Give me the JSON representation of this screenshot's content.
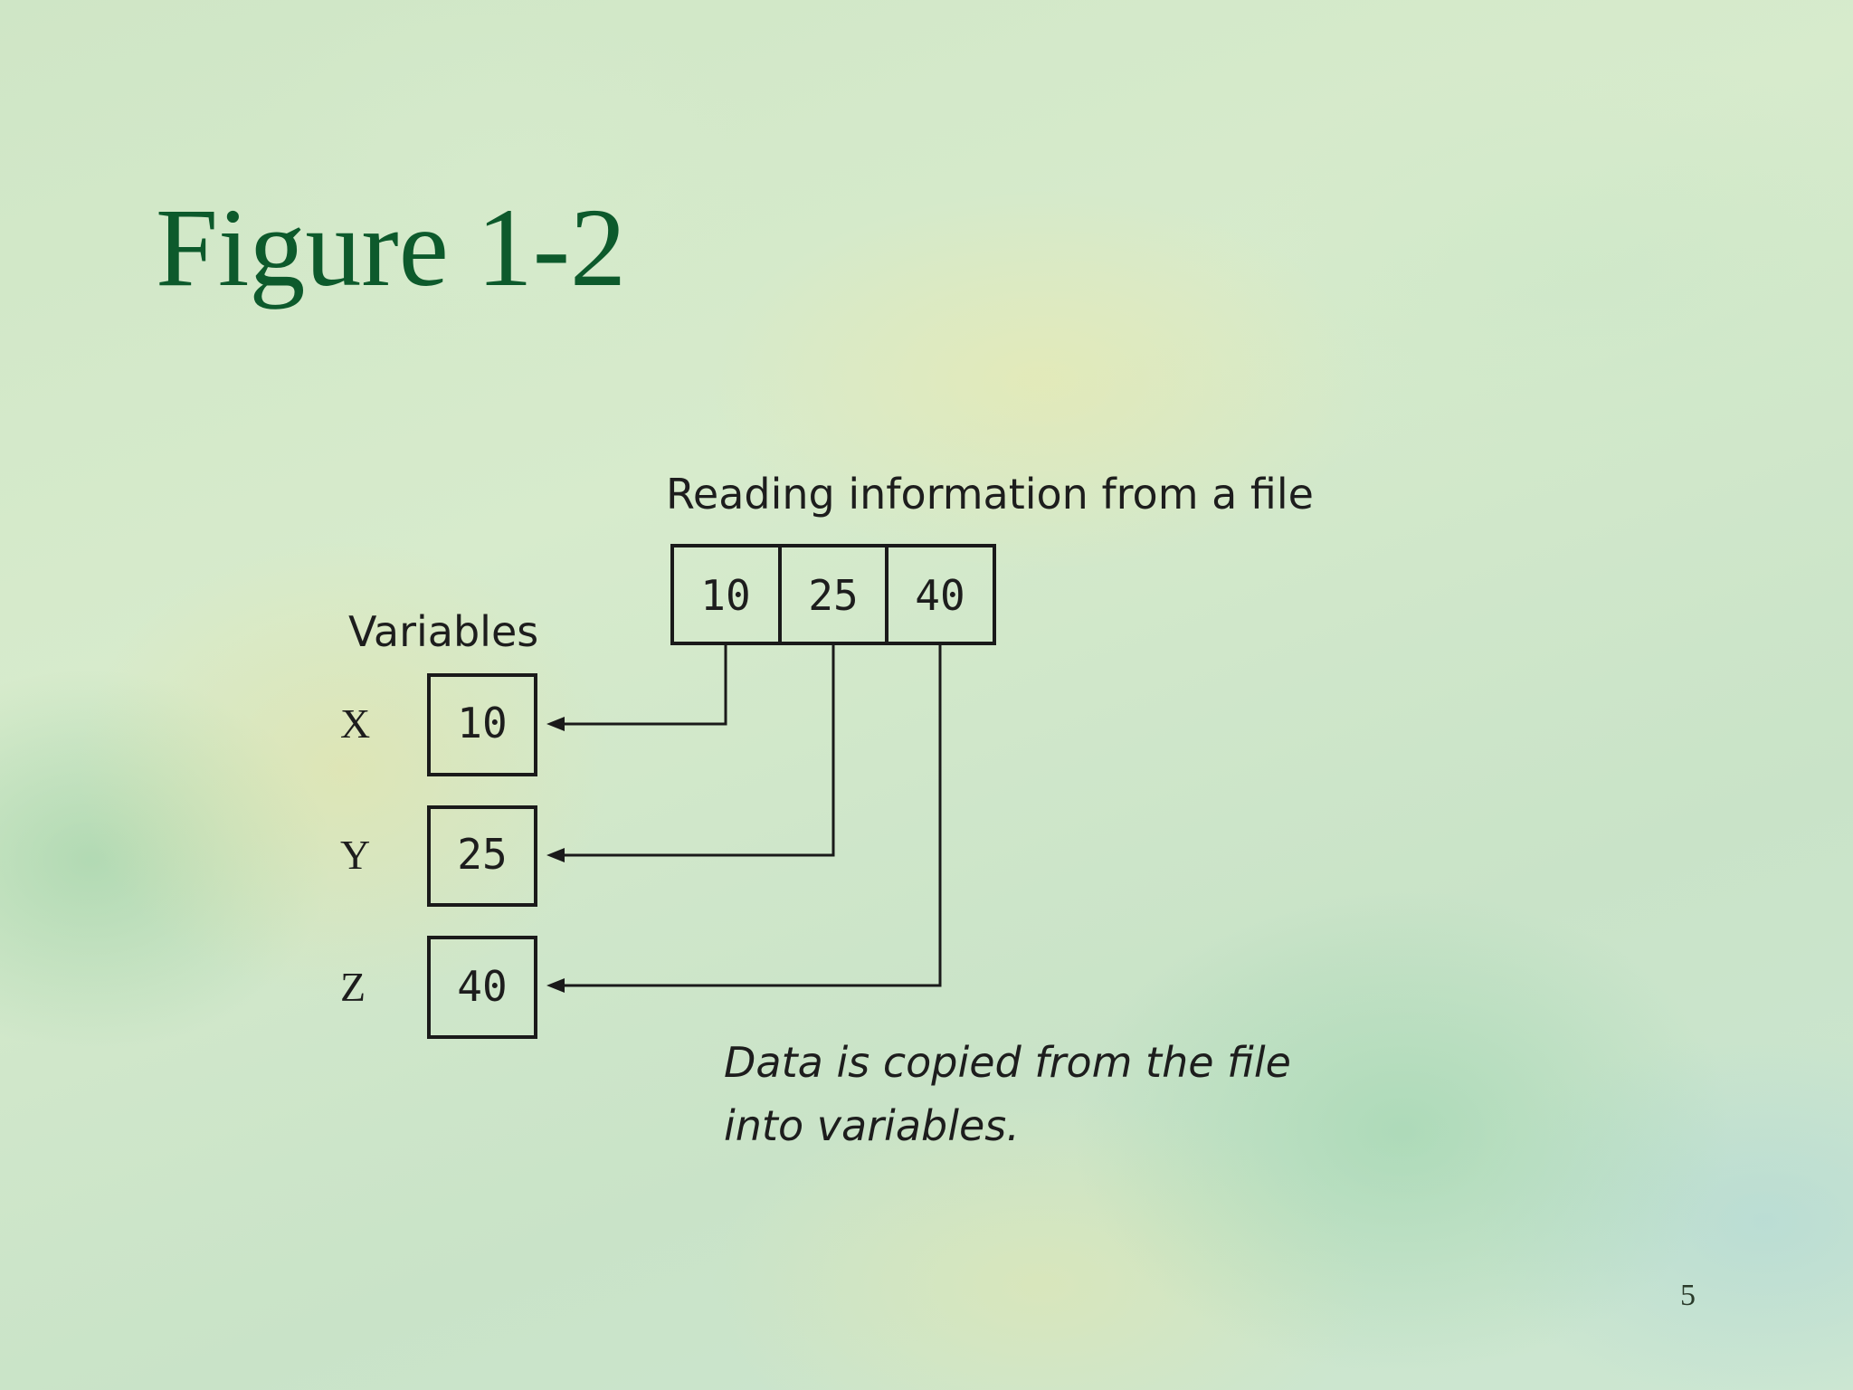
{
  "slide": {
    "title": "Figure 1-2",
    "page_number": "5"
  },
  "diagram": {
    "file_label": "Reading information from a file",
    "file_values": [
      "10",
      "25",
      "40"
    ],
    "variables_label": "Variables",
    "variables": [
      {
        "name": "X",
        "value": "10"
      },
      {
        "name": "Y",
        "value": "25"
      },
      {
        "name": "Z",
        "value": "40"
      }
    ],
    "caption_lines": [
      "Data is copied from the file",
      "into variables."
    ]
  }
}
